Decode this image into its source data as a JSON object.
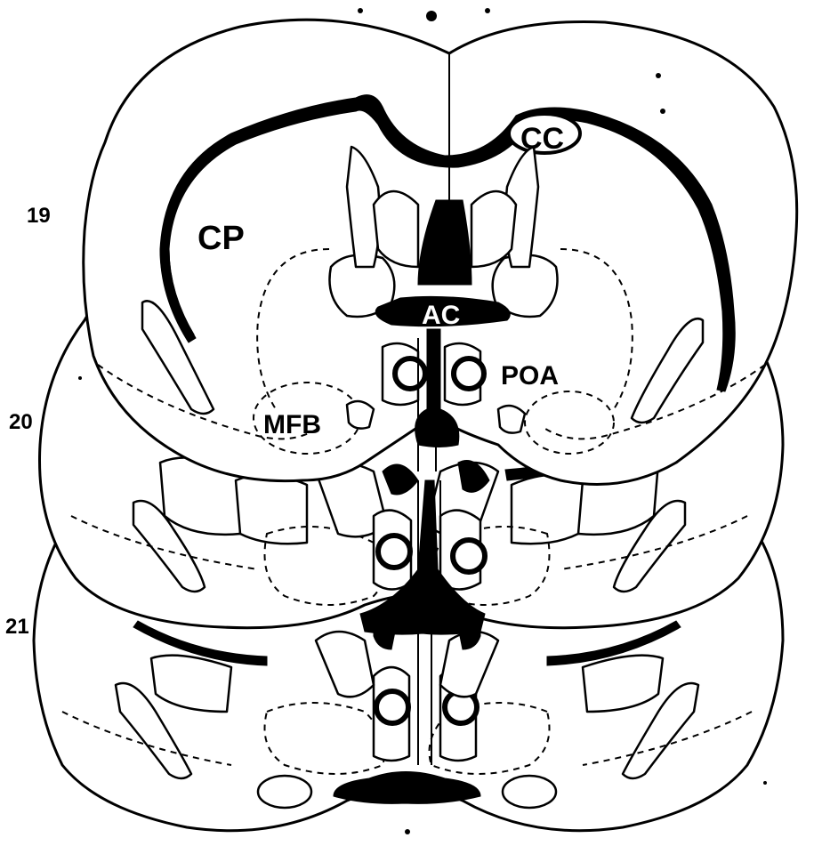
{
  "section_numbers": [
    "19",
    "20",
    "21"
  ],
  "labels": {
    "cp": "CP",
    "cc": "CC",
    "ac": "AC",
    "poa": "POA",
    "mfb": "MFB"
  }
}
